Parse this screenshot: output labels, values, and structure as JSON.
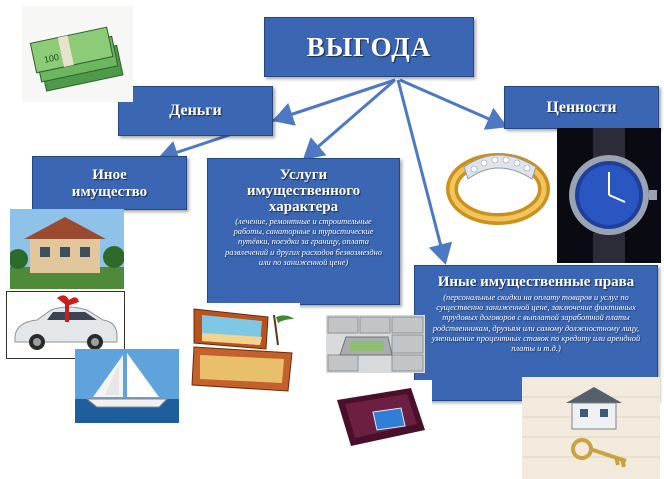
{
  "root": {
    "label": "ВЫГОДА"
  },
  "nodes": {
    "money": {
      "label": "Деньги"
    },
    "valuables": {
      "label": "Ценности"
    },
    "other_property": {
      "label": "Иное имущество"
    },
    "services": {
      "label": "Услуги имущественного характера",
      "note": "(лечение, ремонтные и строительные работы, санаторные и туристические путёвки, поездки за границу, оплата развлечений и других расходов безвозмездно или по заниженной цене)"
    },
    "rights": {
      "label": "Иные имущественные права",
      "note": "(персональные скидки на оплату товаров и услуг по существенно заниженной цене, заключение фиктивных трудовых договоров с выплатой заработной платы родственникам, друзьям или самому должностному лицу, уменьшение процентных ставок по кредиту или арендной платы и т.д.)"
    }
  },
  "images": {
    "money_stack": {
      "icon": "money-stack-icon",
      "text": "100"
    },
    "ring": {
      "icon": "ring-icon"
    },
    "watch": {
      "icon": "watch-icon"
    },
    "house": {
      "icon": "house-icon"
    },
    "car": {
      "icon": "car-icon"
    },
    "yacht": {
      "icon": "yacht-icon"
    },
    "suitcase": {
      "icon": "suitcase-icon"
    },
    "safe_drawer": {
      "icon": "safe-drawer-icon"
    },
    "bank_card": {
      "icon": "bank-card-icon"
    },
    "house_keys": {
      "icon": "house-keys-icon"
    }
  },
  "colors": {
    "box": "#3a66b4",
    "arrow": "#4c78c4"
  }
}
